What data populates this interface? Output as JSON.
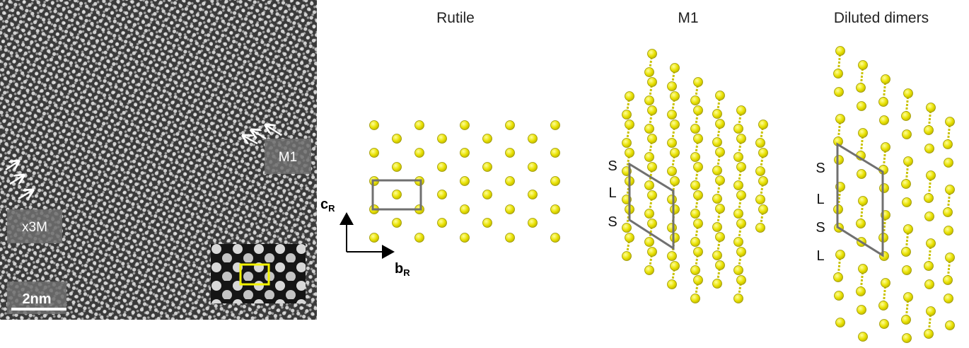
{
  "micrograph": {
    "label_m1": "M1",
    "label_x3m": "x3M",
    "scalebar_label": "2nm"
  },
  "panels": {
    "rutile": {
      "title": "Rutile"
    },
    "m1": {
      "title": "M1",
      "sequence": [
        "S",
        "L",
        "S"
      ]
    },
    "diluted": {
      "title": "Diluted dimers",
      "sequence": [
        "S",
        "L",
        "S",
        "L"
      ]
    }
  },
  "axes": {
    "vertical_main": "c",
    "vertical_sub": "R",
    "horizontal_main": "b",
    "horizontal_sub": "R"
  },
  "colors": {
    "atom_fill": "#e8e000",
    "atom_stroke": "#9a9400",
    "cell_stroke": "#707070",
    "inset_box": "#f2f200"
  }
}
